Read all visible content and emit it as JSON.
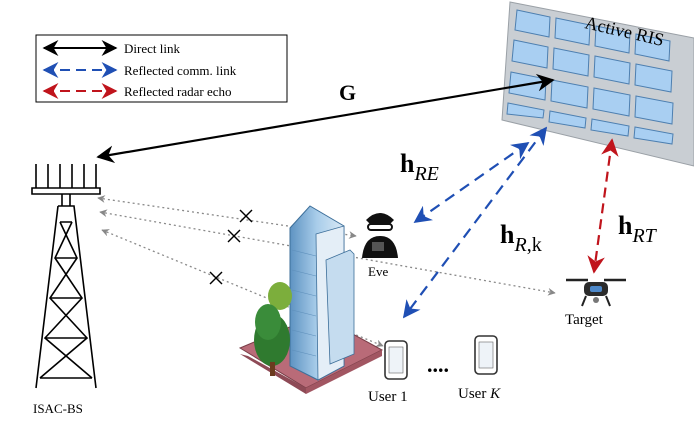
{
  "legend": {
    "items": [
      {
        "label": "Direct link",
        "color": "#000000",
        "style": "solid"
      },
      {
        "label": "Reflected comm. link",
        "color": "#1f4fb4",
        "style": "dashed"
      },
      {
        "label": "Reflected radar echo",
        "color": "#c0141c",
        "style": "dashed"
      }
    ]
  },
  "labels": {
    "ris": "Active RIS",
    "g": "G",
    "bs": "ISAC-BS",
    "eve": "Eve",
    "target": "Target",
    "user1": "User 1",
    "userk_prefix": "User ",
    "userk_sub": "K",
    "dots": "....",
    "h": "h",
    "h_re_sub": "RE",
    "h_rk_sub_a": "R",
    "h_rk_sub_b": ",k",
    "h_rt_sub": "RT"
  },
  "colors": {
    "direct": "#000000",
    "comm": "#1f4fb4",
    "radar": "#c0141c",
    "ris_panel": "#9fc6ee",
    "ris_frame": "#c9ced3",
    "building": "#7fb0d8",
    "base": "#b96b78",
    "tree": "#2f7a2f"
  }
}
